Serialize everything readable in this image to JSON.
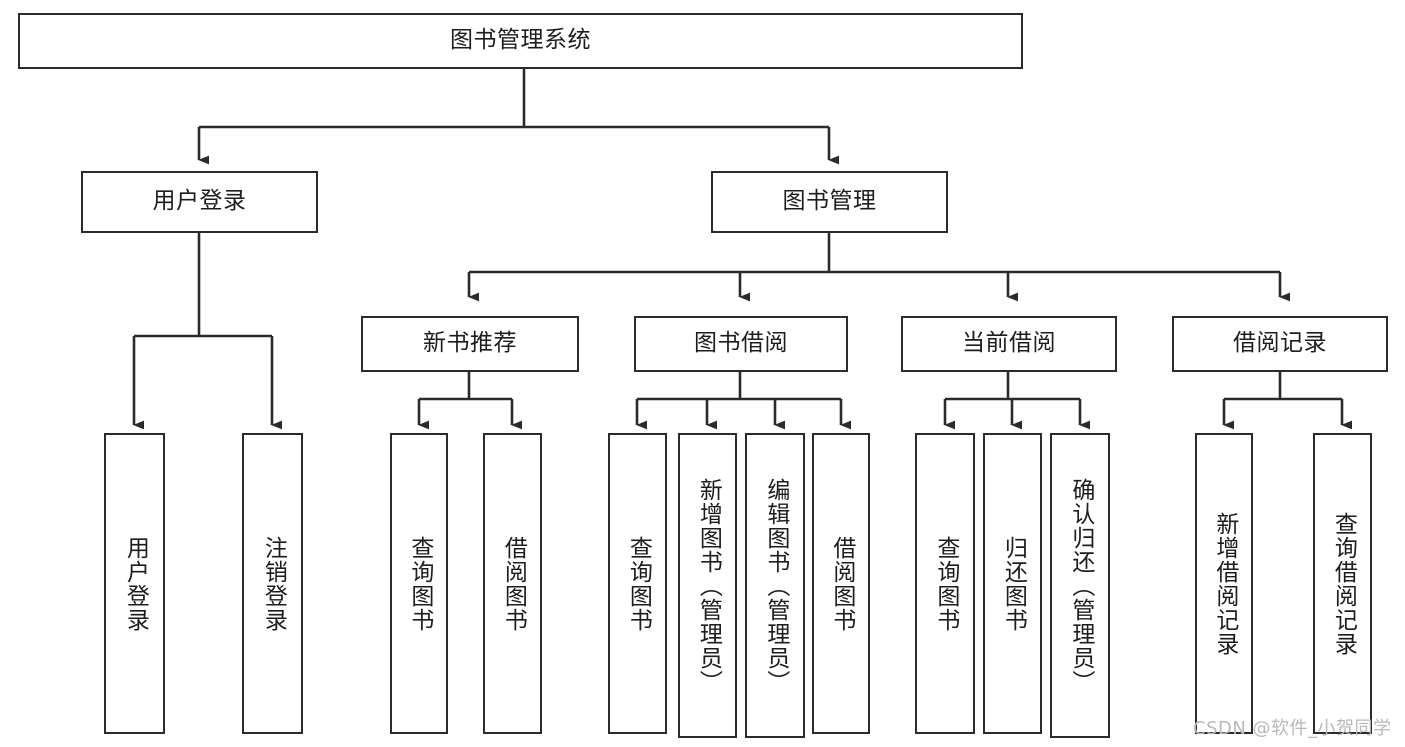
{
  "diagram": {
    "title": "图书管理系统",
    "type": "hierarchy-tree",
    "watermark": "CSDN @软件_小贺同学",
    "colors": {
      "stroke": "#2b2b2b",
      "fill": "#ffffff",
      "text": "#1d1d1d",
      "watermark": "#b9b9b9"
    },
    "nodes": {
      "root": {
        "label": "图书管理系统"
      },
      "level2": [
        {
          "id": "user-login",
          "label": "用户登录"
        },
        {
          "id": "book-manage",
          "label": "图书管理"
        }
      ],
      "level3": [
        {
          "id": "new-book-recommend",
          "label": "新书推荐"
        },
        {
          "id": "book-borrow",
          "label": "图书借阅"
        },
        {
          "id": "current-borrow",
          "label": "当前借阅"
        },
        {
          "id": "borrow-record",
          "label": "借阅记录"
        }
      ],
      "level4": [
        {
          "id": "leaf-user-login",
          "label": "用户登录",
          "parent": "user-login"
        },
        {
          "id": "leaf-logout-login",
          "label": "注销登录",
          "parent": "user-login"
        },
        {
          "id": "leaf-query-book-1",
          "label": "查询图书",
          "parent": "new-book-recommend"
        },
        {
          "id": "leaf-borrow-book-1",
          "label": "借阅图书",
          "parent": "new-book-recommend"
        },
        {
          "id": "leaf-query-book-2",
          "label": "查询图书",
          "parent": "book-borrow"
        },
        {
          "id": "leaf-add-book",
          "label": "新增图书（管理员）",
          "parent": "book-borrow"
        },
        {
          "id": "leaf-edit-book",
          "label": "编辑图书（管理员）",
          "parent": "book-borrow"
        },
        {
          "id": "leaf-borrow-book-2",
          "label": "借阅图书",
          "parent": "book-borrow"
        },
        {
          "id": "leaf-query-book-3",
          "label": "查询图书",
          "parent": "current-borrow"
        },
        {
          "id": "leaf-return-book",
          "label": "归还图书",
          "parent": "current-borrow"
        },
        {
          "id": "leaf-confirm-return",
          "label": "确认归还（管理员）",
          "parent": "current-borrow"
        },
        {
          "id": "leaf-add-record",
          "label": "新增借阅记录",
          "parent": "borrow-record"
        },
        {
          "id": "leaf-query-record",
          "label": "查询借阅记录",
          "parent": "borrow-record"
        }
      ]
    }
  }
}
